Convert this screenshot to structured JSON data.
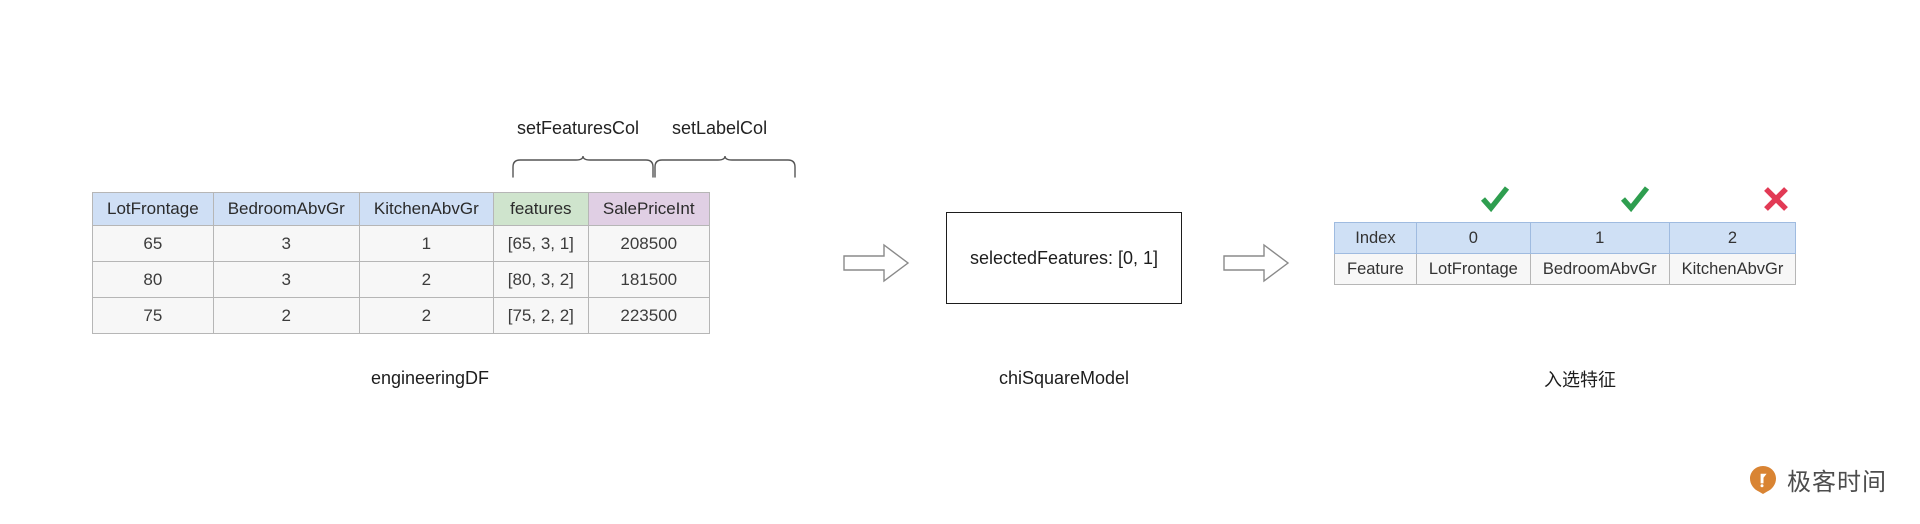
{
  "diagram": {
    "title_caption_left": "engineeringDF",
    "title_caption_mid": "chiSquareModel",
    "title_caption_right": "入选特征"
  },
  "engineering_df": {
    "headers": [
      {
        "label": "LotFrontage",
        "color": "#cfdff5"
      },
      {
        "label": "BedroomAbvGr",
        "color": "#cfdff5"
      },
      {
        "label": "KitchenAbvGr",
        "color": "#cfdff5"
      },
      {
        "label": "features",
        "color": "#cfe4cd"
      },
      {
        "label": "SalePriceInt",
        "color": "#e0cfe4"
      }
    ],
    "rows": [
      [
        "65",
        "3",
        "1",
        "[65, 3, 1]",
        "208500"
      ],
      [
        "80",
        "3",
        "2",
        "[80, 3, 2]",
        "181500"
      ],
      [
        "75",
        "2",
        "2",
        "[75, 2, 2]",
        "223500"
      ]
    ]
  },
  "braces": {
    "features_col": "setFeaturesCol",
    "label_col": "setLabelCol"
  },
  "chisquare_model": {
    "box_text": "selectedFeatures: [0, 1]"
  },
  "selected_features": {
    "index_row_label": "Index",
    "feature_row_label": "Feature",
    "columns": [
      {
        "index": "0",
        "feature": "LotFrontage",
        "mark": "check"
      },
      {
        "index": "1",
        "feature": "BedroomAbvGr",
        "mark": "check"
      },
      {
        "index": "2",
        "feature": "KitchenAbvGr",
        "mark": "cross"
      }
    ]
  },
  "marks": {
    "check_color": "#2e9e4f",
    "cross_color": "#e23a55"
  },
  "brand": {
    "name": "极客时间",
    "accent": "#d98433"
  }
}
